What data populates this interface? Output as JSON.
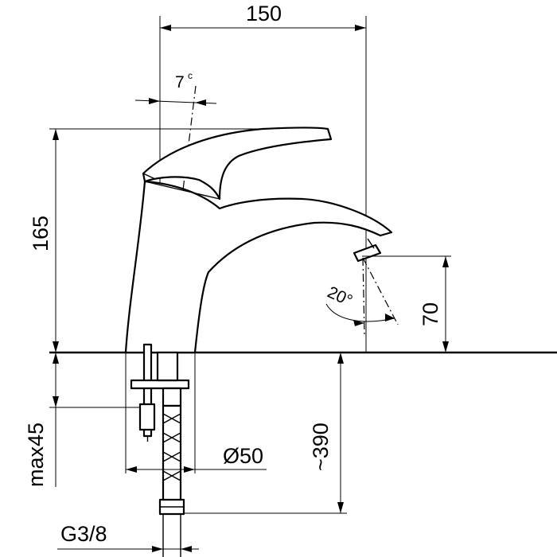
{
  "dimensions": {
    "width_top": "150",
    "handle_angle": "7",
    "handle_angle_unit": "c",
    "height_total": "165",
    "spout_angle": "20°",
    "spout_height": "70",
    "max_thickness": "max45",
    "hole_diameter": "Ø50",
    "hose_length": "~390",
    "thread": "G3/8"
  }
}
